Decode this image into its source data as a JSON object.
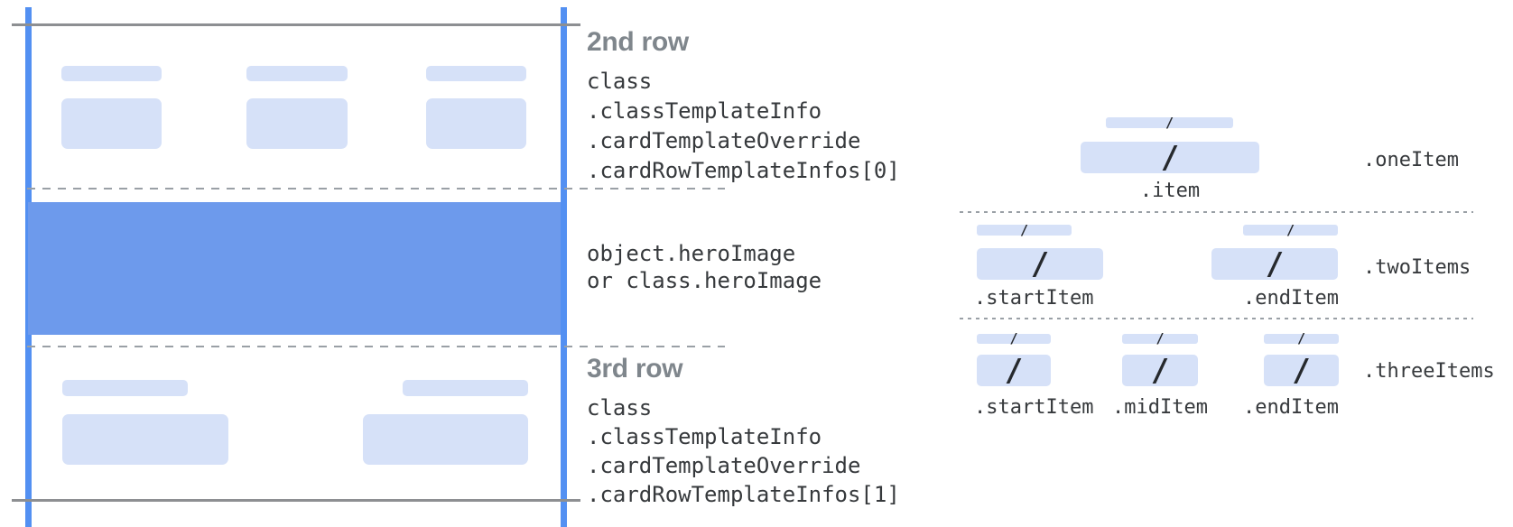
{
  "colors": {
    "bar_light": "#d6e1f8",
    "hero_blue": "#6d9aec",
    "guide_blue": "#5390f2",
    "line_gray": "#8d8f92",
    "dash_gray": "#9aa0a6",
    "heading_gray": "#7f868c",
    "code_text": "#36393c",
    "slash_dark": "#26292d"
  },
  "card": {
    "row2": {
      "heading": "2nd row",
      "code_lines": [
        "class",
        ".classTemplateInfo",
        ".cardTemplateOverride",
        ".cardRowTemplateInfos[0]"
      ]
    },
    "hero": {
      "line1": "object.heroImage",
      "line2": "or class.heroImage"
    },
    "row3": {
      "heading": "3rd row",
      "code_lines": [
        "class",
        ".classTemplateInfo",
        ".cardTemplateOverride",
        ".cardRowTemplateInfos[1]"
      ]
    }
  },
  "templates": {
    "slash_glyph": "/",
    "one_item": {
      "row_label": ".oneItem",
      "item": ".item"
    },
    "two_items": {
      "row_label": ".twoItems",
      "start": ".startItem",
      "end": ".endItem"
    },
    "three_items": {
      "row_label": ".threeItems",
      "start": ".startItem",
      "mid": ".midItem",
      "end": ".endItem"
    }
  }
}
